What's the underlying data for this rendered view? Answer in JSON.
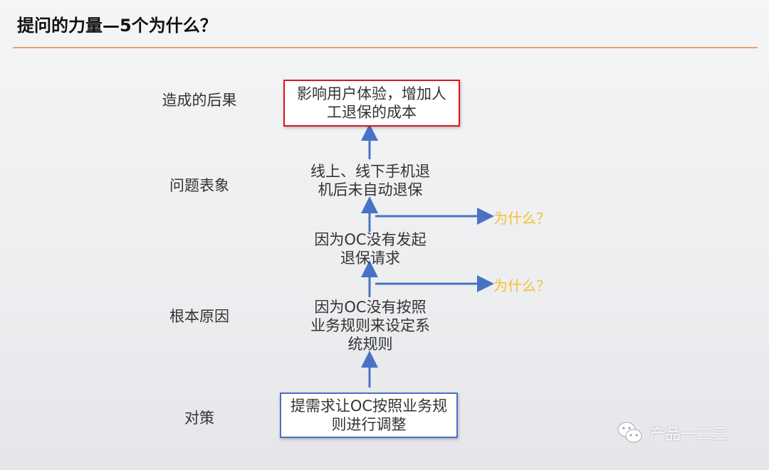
{
  "header": {
    "title": "提问的力量—5个为什么？",
    "accent": "#f0a070"
  },
  "labels": {
    "consequence": "造成的后果",
    "symptom": "问题表象",
    "root_cause": "根本原因",
    "countermeasure": "对策"
  },
  "nodes": {
    "consequence": [
      "影响用户体验，增加人",
      "工退保的成本"
    ],
    "symptom": [
      "线上、线下手机退",
      "机后未自动退保"
    ],
    "why1": [
      "因为OC没有发起",
      "退保请求"
    ],
    "root": [
      "因为OC没有按照",
      "业务规则来设定系",
      "统规则"
    ],
    "action": [
      "提需求让OC按照业务规",
      "则进行调整"
    ]
  },
  "why_labels": [
    "为什么？",
    "为什么？"
  ],
  "watermark": {
    "text": "产品一二三",
    "icon": "wechat-icon"
  },
  "colors": {
    "arrow": "#4a72c4",
    "red_border": "#e0141e",
    "blue_border": "#4a72c4",
    "why": "#f6c12f"
  }
}
